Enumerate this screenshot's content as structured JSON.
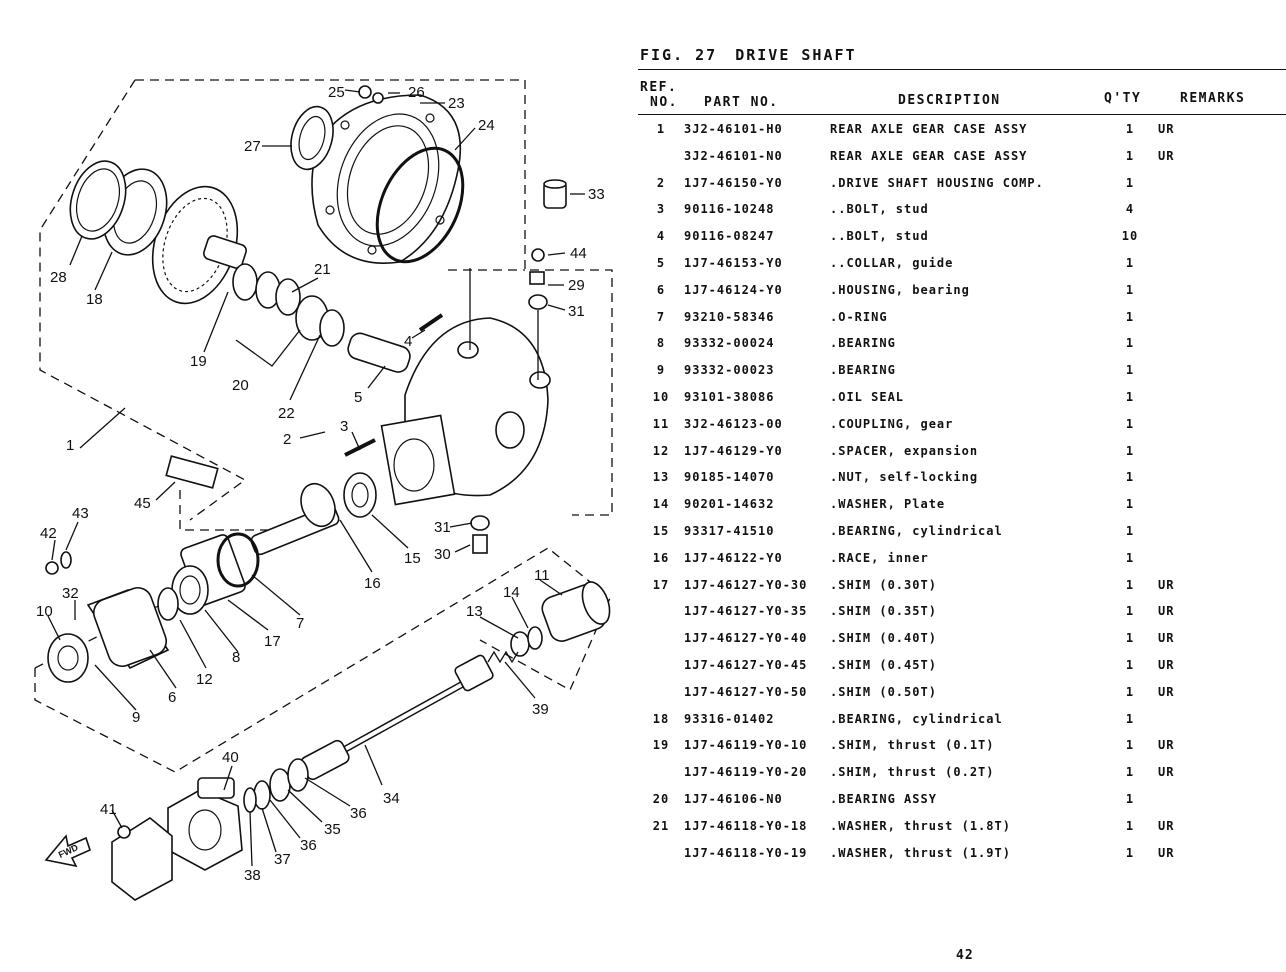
{
  "figure": {
    "label": "FIG. 27",
    "title": "DRIVE SHAFT"
  },
  "headers": {
    "ref_line1": "REF.",
    "ref_line2": "NO.",
    "part_no": "PART NO.",
    "description": "DESCRIPTION",
    "qty": "Q'TY",
    "remarks": "REMARKS"
  },
  "parts": [
    {
      "ref": "1",
      "part_no": "3J2-46101-H0",
      "description": "REAR AXLE GEAR CASE ASSY",
      "qty": "1",
      "remarks": "UR"
    },
    {
      "ref": "",
      "part_no": "3J2-46101-N0",
      "description": "REAR AXLE GEAR CASE ASSY",
      "qty": "1",
      "remarks": "UR"
    },
    {
      "ref": "2",
      "part_no": "1J7-46150-Y0",
      "description": ".DRIVE SHAFT HOUSING COMP.",
      "qty": "1",
      "remarks": ""
    },
    {
      "ref": "3",
      "part_no": "90116-10248",
      "description": "..BOLT, stud",
      "qty": "4",
      "remarks": ""
    },
    {
      "ref": "4",
      "part_no": "90116-08247",
      "description": "..BOLT, stud",
      "qty": "10",
      "remarks": ""
    },
    {
      "ref": "5",
      "part_no": "1J7-46153-Y0",
      "description": "..COLLAR, guide",
      "qty": "1",
      "remarks": ""
    },
    {
      "ref": "6",
      "part_no": "1J7-46124-Y0",
      "description": ".HOUSING, bearing",
      "qty": "1",
      "remarks": ""
    },
    {
      "ref": "7",
      "part_no": "93210-58346",
      "description": ".O-RING",
      "qty": "1",
      "remarks": ""
    },
    {
      "ref": "8",
      "part_no": "93332-00024",
      "description": ".BEARING",
      "qty": "1",
      "remarks": ""
    },
    {
      "ref": "9",
      "part_no": "93332-00023",
      "description": ".BEARING",
      "qty": "1",
      "remarks": ""
    },
    {
      "ref": "10",
      "part_no": "93101-38086",
      "description": ".OIL SEAL",
      "qty": "1",
      "remarks": ""
    },
    {
      "ref": "11",
      "part_no": "3J2-46123-00",
      "description": ".COUPLING, gear",
      "qty": "1",
      "remarks": ""
    },
    {
      "ref": "12",
      "part_no": "1J7-46129-Y0",
      "description": ".SPACER, expansion",
      "qty": "1",
      "remarks": ""
    },
    {
      "ref": "13",
      "part_no": "90185-14070",
      "description": ".NUT, self-locking",
      "qty": "1",
      "remarks": ""
    },
    {
      "ref": "14",
      "part_no": "90201-14632",
      "description": ".WASHER, Plate",
      "qty": "1",
      "remarks": ""
    },
    {
      "ref": "15",
      "part_no": "93317-41510",
      "description": ".BEARING, cylindrical",
      "qty": "1",
      "remarks": ""
    },
    {
      "ref": "16",
      "part_no": "1J7-46122-Y0",
      "description": ".RACE, inner",
      "qty": "1",
      "remarks": ""
    },
    {
      "ref": "17",
      "part_no": "1J7-46127-Y0-30",
      "description": ".SHIM (0.30T)",
      "qty": "1",
      "remarks": "UR"
    },
    {
      "ref": "",
      "part_no": "1J7-46127-Y0-35",
      "description": ".SHIM (0.35T)",
      "qty": "1",
      "remarks": "UR"
    },
    {
      "ref": "",
      "part_no": "1J7-46127-Y0-40",
      "description": ".SHIM (0.40T)",
      "qty": "1",
      "remarks": "UR"
    },
    {
      "ref": "",
      "part_no": "1J7-46127-Y0-45",
      "description": ".SHIM (0.45T)",
      "qty": "1",
      "remarks": "UR"
    },
    {
      "ref": "",
      "part_no": "1J7-46127-Y0-50",
      "description": ".SHIM (0.50T)",
      "qty": "1",
      "remarks": "UR"
    },
    {
      "ref": "18",
      "part_no": "93316-01402",
      "description": ".BEARING, cylindrical",
      "qty": "1",
      "remarks": ""
    },
    {
      "ref": "19",
      "part_no": "1J7-46119-Y0-10",
      "description": ".SHIM, thrust (0.1T)",
      "qty": "1",
      "remarks": "UR"
    },
    {
      "ref": "",
      "part_no": "1J7-46119-Y0-20",
      "description": ".SHIM, thrust (0.2T)",
      "qty": "1",
      "remarks": "UR"
    },
    {
      "ref": "20",
      "part_no": "1J7-46106-N0",
      "description": ".BEARING ASSY",
      "qty": "1",
      "remarks": ""
    },
    {
      "ref": "21",
      "part_no": "1J7-46118-Y0-18",
      "description": ".WASHER, thrust (1.8T)",
      "qty": "1",
      "remarks": "UR"
    },
    {
      "ref": "",
      "part_no": "1J7-46118-Y0-19",
      "description": ".WASHER, thrust (1.9T)",
      "qty": "1",
      "remarks": "UR"
    }
  ],
  "callouts": {
    "c1": "1",
    "c2": "2",
    "c3": "3",
    "c4": "4",
    "c5": "5",
    "c6": "6",
    "c7": "7",
    "c8": "8",
    "c9": "9",
    "c10": "10",
    "c11": "11",
    "c12": "12",
    "c13": "13",
    "c14": "14",
    "c15": "15",
    "c16": "16",
    "c17": "17",
    "c18": "18",
    "c19": "19",
    "c20": "20",
    "c21": "21",
    "c22": "22",
    "c23": "23",
    "c24": "24",
    "c25": "25",
    "c26": "26",
    "c27": "27",
    "c28": "28",
    "c29": "29",
    "c30": "30",
    "c31a": "31",
    "c31b": "31",
    "c32": "32",
    "c33": "33",
    "c34": "34",
    "c35": "35",
    "c36a": "36",
    "c36b": "36",
    "c37": "37",
    "c38": "38",
    "c39": "39",
    "c40": "40",
    "c41": "41",
    "c42": "42",
    "c43": "43",
    "c44": "44",
    "c45": "45"
  },
  "fwd_label": "FWD",
  "page_number": "42"
}
